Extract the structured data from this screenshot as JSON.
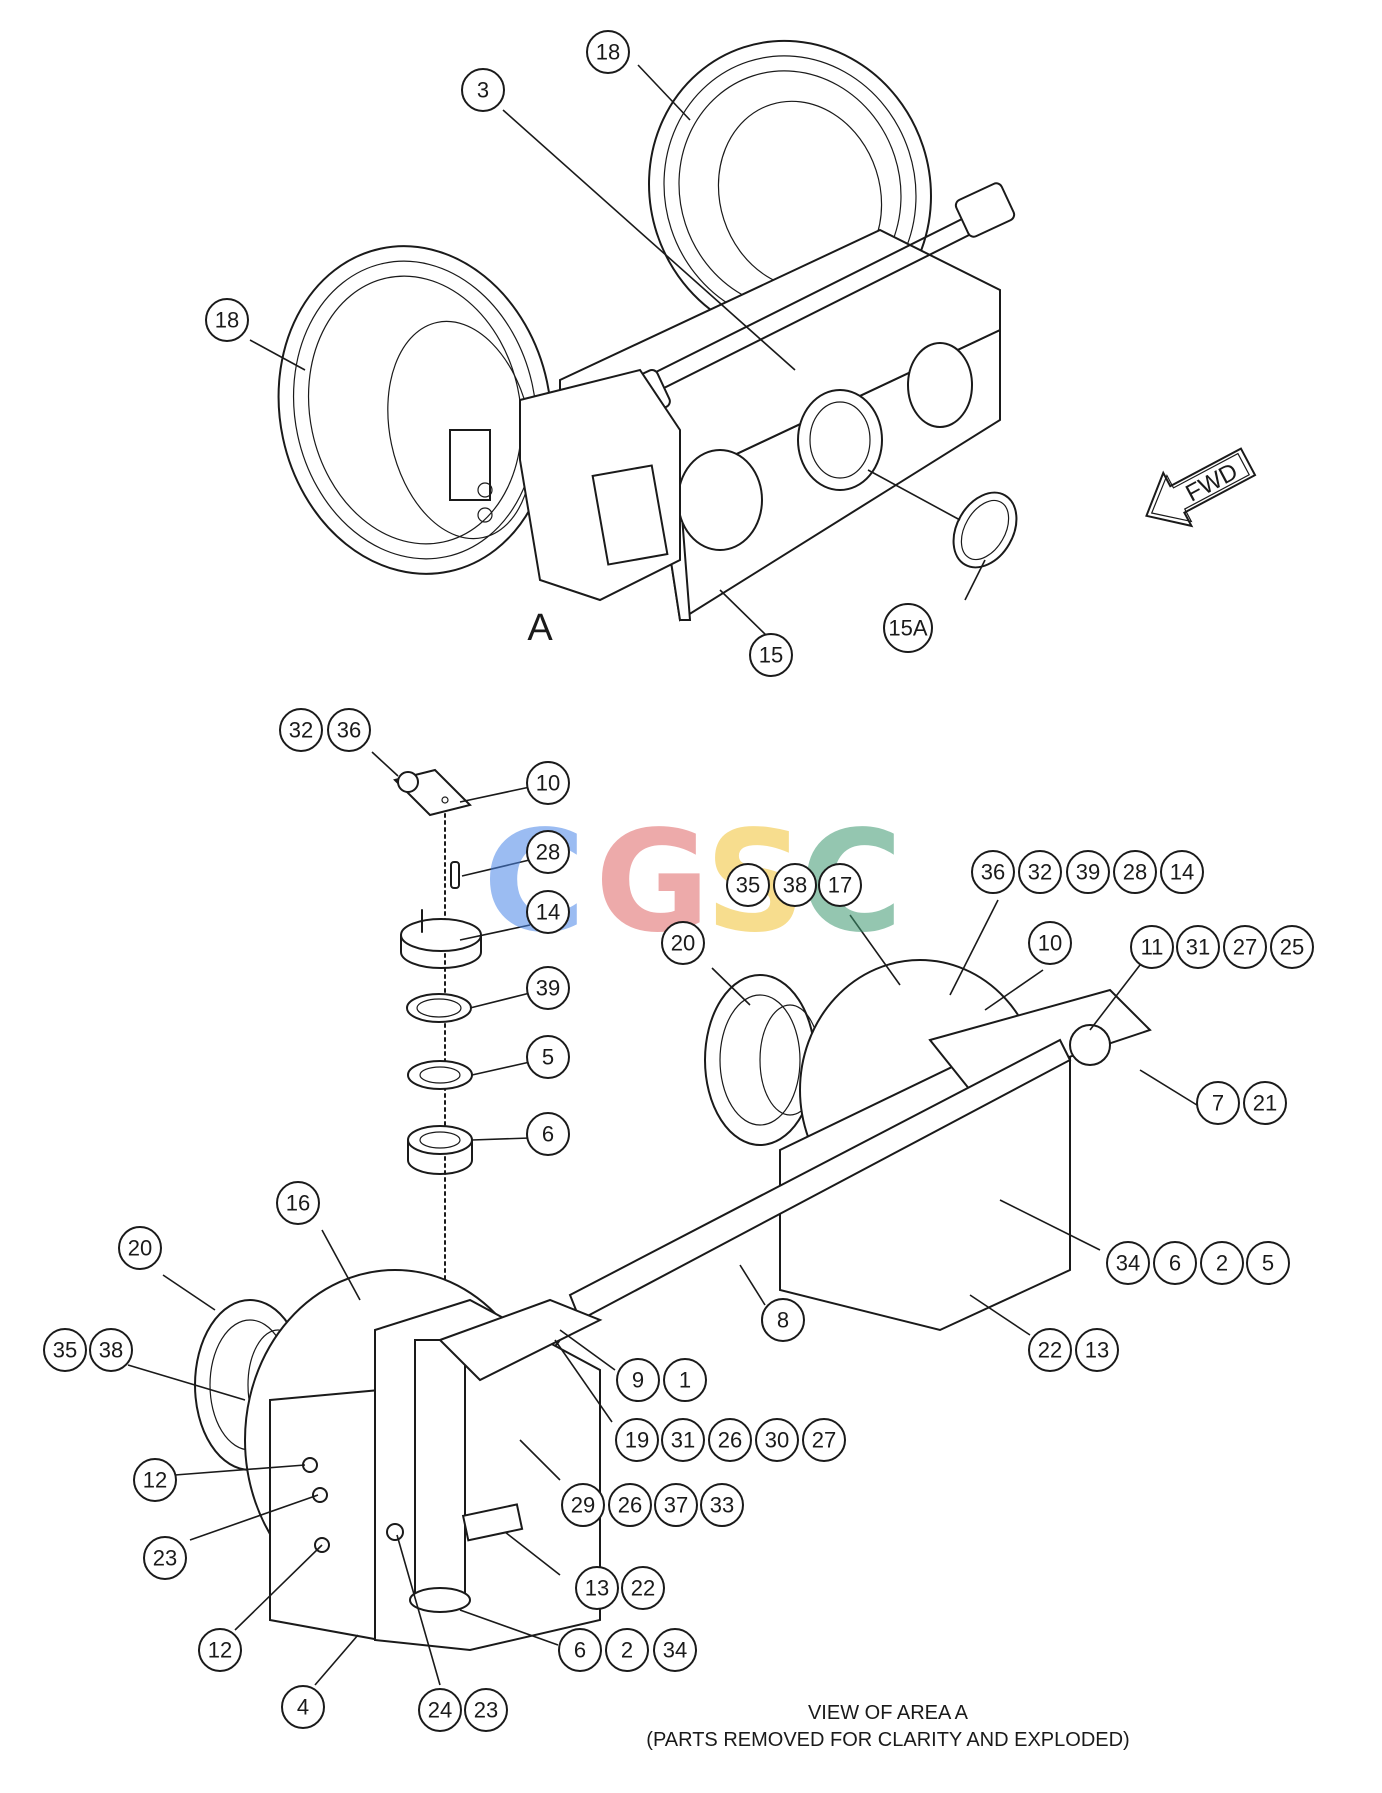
{
  "diagram": {
    "area_letter": "A",
    "fwd_label": "FWD",
    "caption_line1": "VIEW OF AREA A",
    "caption_line2": "(PARTS REMOVED FOR CLARITY AND EXPLODED)",
    "watermark": {
      "letters": [
        "C",
        "G",
        "S",
        "C"
      ],
      "colors": [
        "#4a86e8",
        "#e06666",
        "#f1c232",
        "#3d9970"
      ]
    },
    "callouts": {
      "b18a": "18",
      "b3": "3",
      "b18b": "18",
      "b15a": "15A",
      "b15": "15",
      "b32a": "32",
      "b36a": "36",
      "b10a": "10",
      "b28a": "28",
      "b14a": "14",
      "b39a": "39",
      "b5a": "5",
      "b6a": "6",
      "b35a": "35",
      "b38a": "38",
      "b17": "17",
      "b36b": "36",
      "b32b": "32",
      "b39b": "39",
      "b28b": "28",
      "b14b": "14",
      "b20a": "20",
      "b10b": "10",
      "b11": "11",
      "b31a": "31",
      "b27a": "27",
      "b25": "25",
      "b7": "7",
      "b21": "21",
      "b34a": "34",
      "b6b": "6",
      "b2a": "2",
      "b5b": "5",
      "b16": "16",
      "b20b": "20",
      "b8": "8",
      "b35b": "35",
      "b38b": "38",
      "b9": "9",
      "b1": "1",
      "b22a": "22",
      "b13a": "13",
      "b19": "19",
      "b31b": "31",
      "b26a": "26",
      "b30": "30",
      "b27b": "27",
      "b12a": "12",
      "b29": "29",
      "b26b": "26",
      "b37": "37",
      "b33": "33",
      "b23a": "23",
      "b13b": "13",
      "b22b": "22",
      "b12b": "12",
      "b6c": "6",
      "b2b": "2",
      "b34b": "34",
      "b4": "4",
      "b24": "24",
      "b23b": "23"
    }
  }
}
